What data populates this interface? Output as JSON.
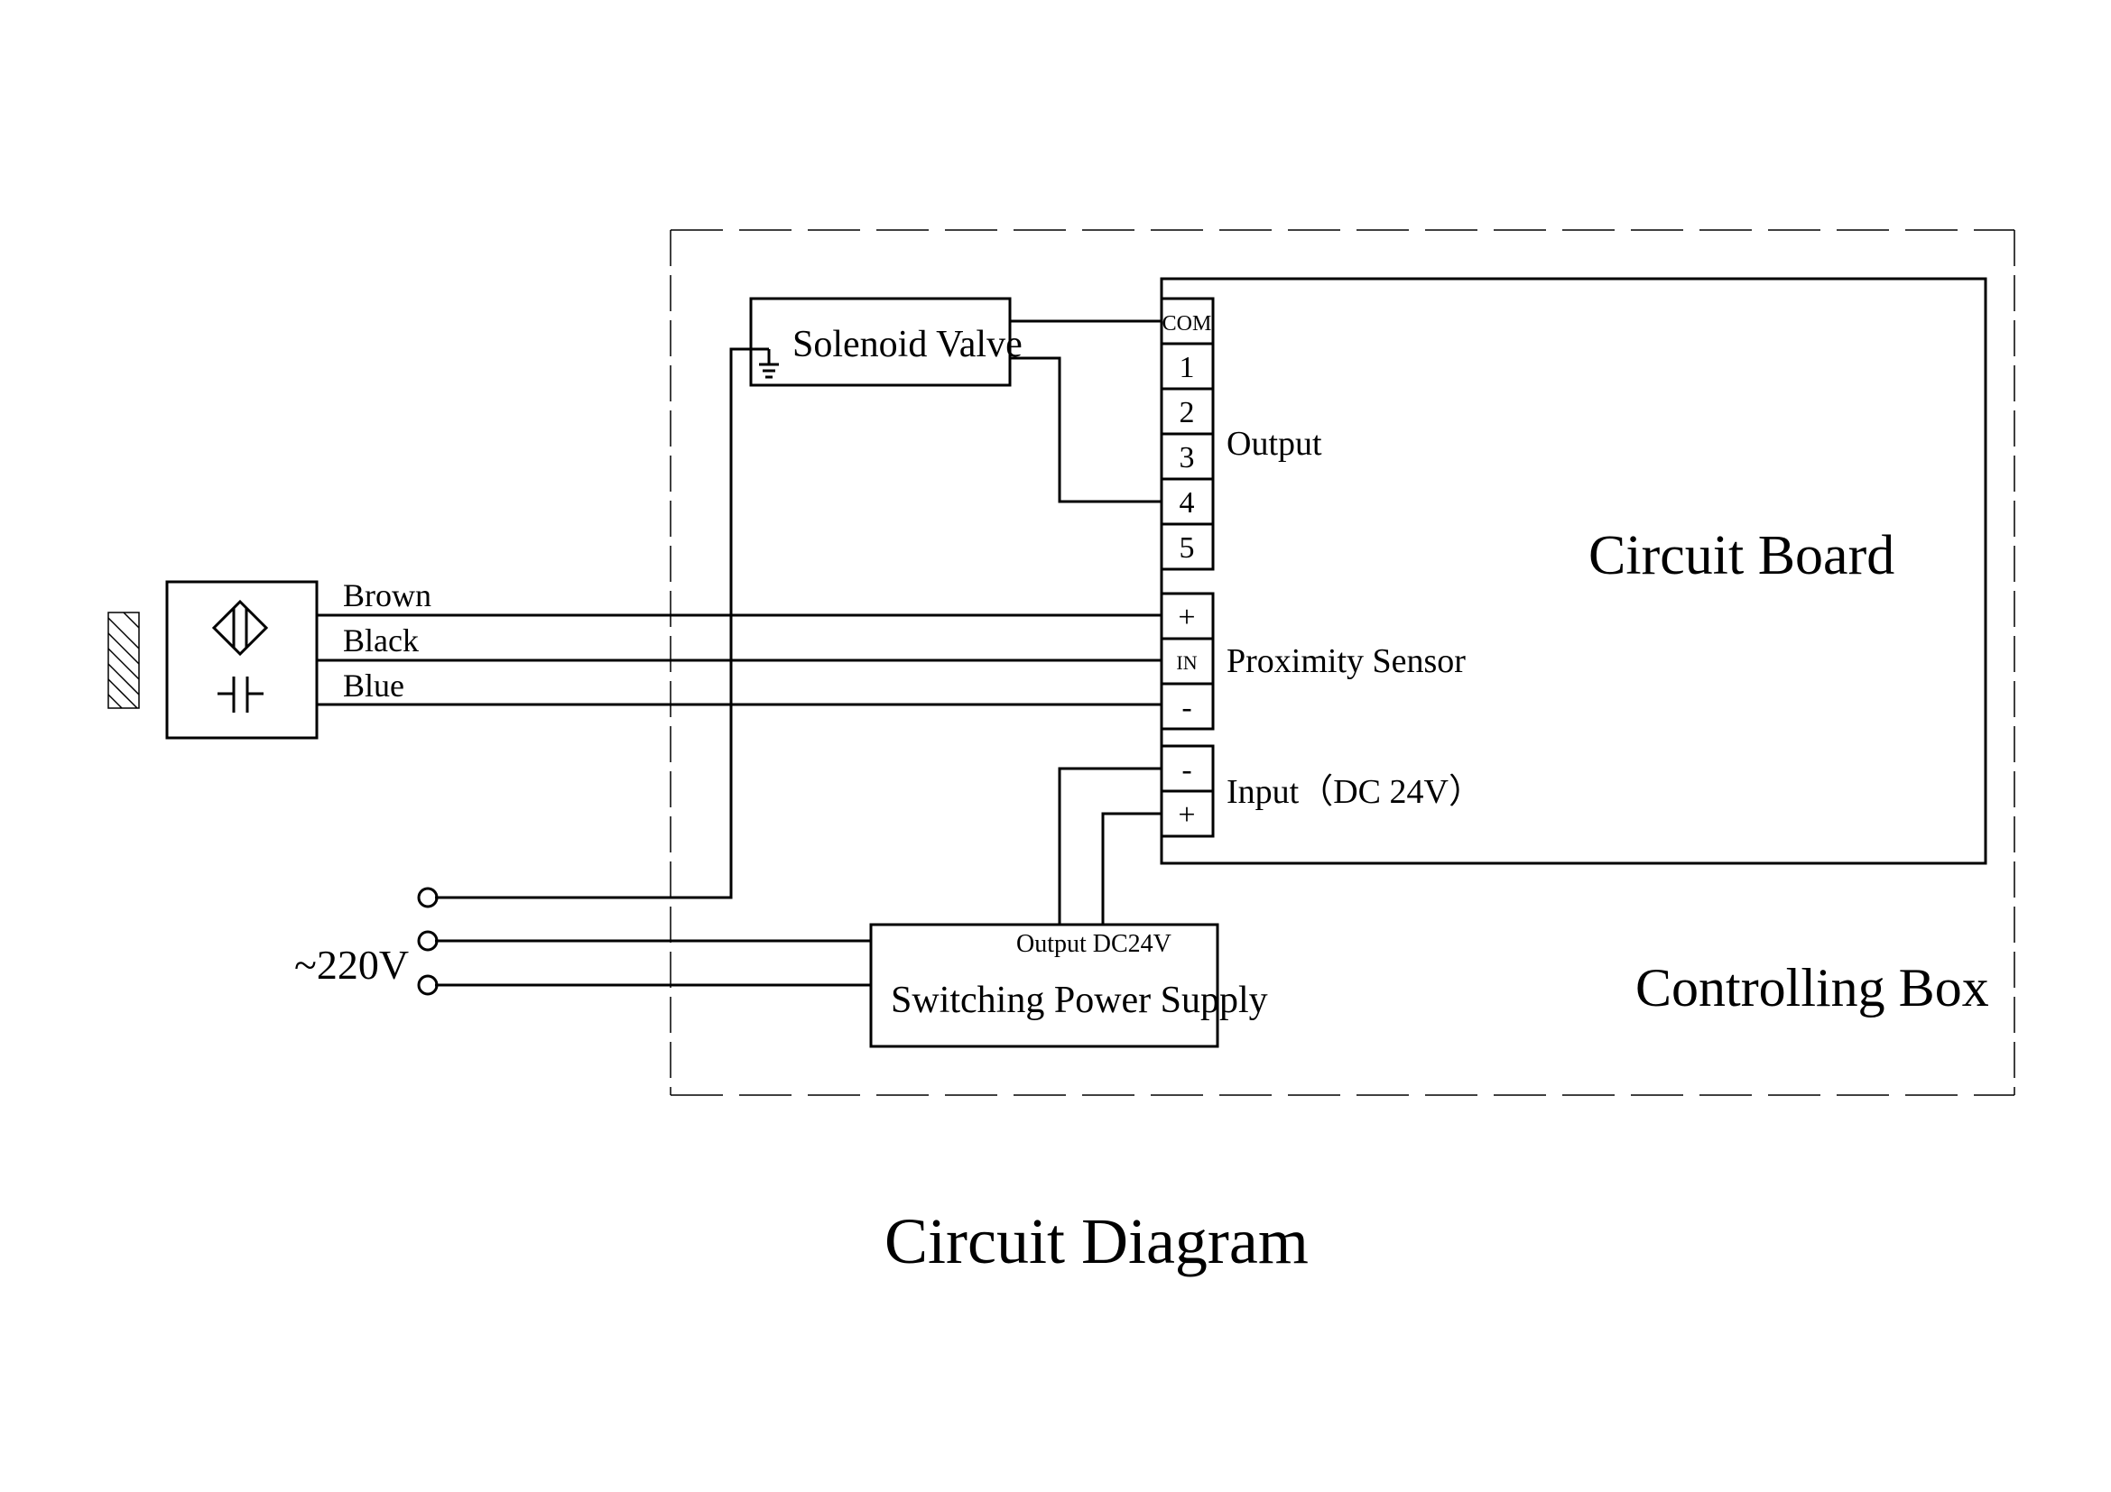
{
  "title": "Circuit Diagram",
  "controlling_box": {
    "label": "Controlling Box"
  },
  "circuit_board": {
    "label": "Circuit Board",
    "groups": {
      "output": {
        "label": "Output",
        "terminals": [
          "COM",
          "1",
          "2",
          "3",
          "4",
          "5"
        ]
      },
      "proximity": {
        "label": "Proximity Sensor",
        "terminals": [
          "+",
          "IN",
          "-"
        ]
      },
      "input": {
        "label": "Input（DC 24V）",
        "terminals": [
          "-",
          "+"
        ]
      }
    }
  },
  "solenoid_valve": {
    "label": "Solenoid Valve"
  },
  "proximity_sensor": {
    "wires": [
      "Brown",
      "Black",
      "Blue"
    ]
  },
  "power_supply": {
    "label": "Switching Power Supply",
    "output_label": "Output DC24V"
  },
  "mains": {
    "label": "~220V"
  },
  "colors": {
    "line": "#000000",
    "background": "#ffffff"
  }
}
